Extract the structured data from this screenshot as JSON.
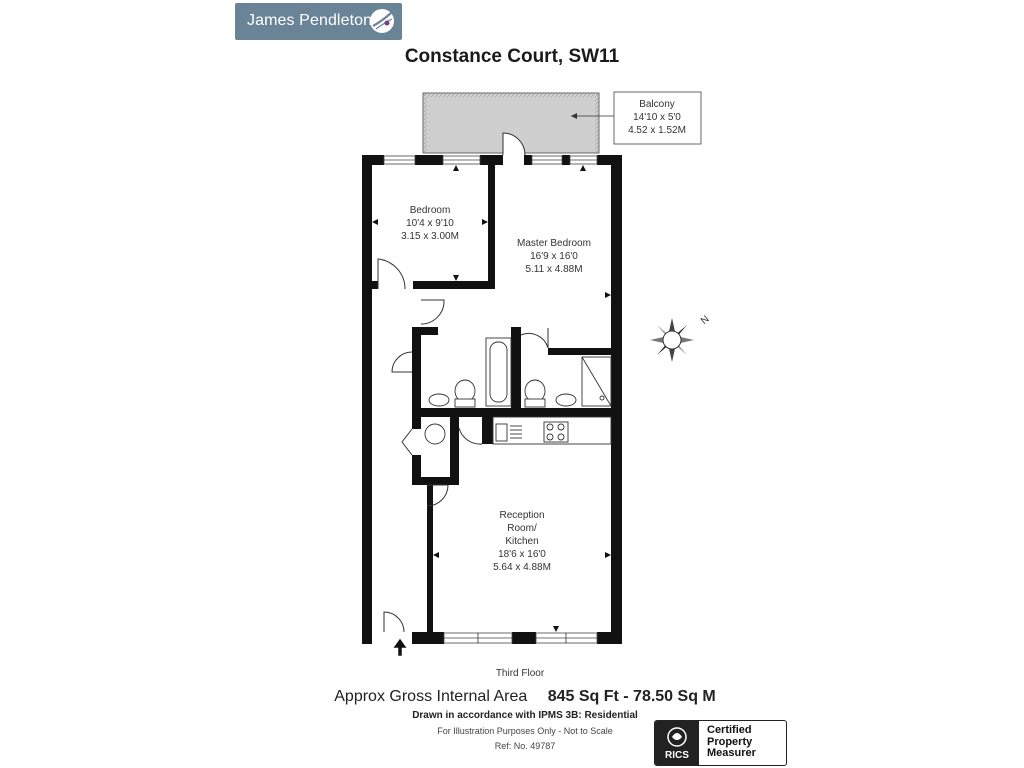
{
  "brand": {
    "name": "James Pendleton",
    "color": "#6a8497"
  },
  "title": "Constance Court, SW11",
  "rooms": {
    "balcony": {
      "name": "Balcony",
      "dim_imperial": "14'10 x 5'0",
      "dim_metric": "4.52 x 1.52M"
    },
    "bedroom": {
      "name": "Bedroom",
      "dim_imperial": "10'4 x 9'10",
      "dim_metric": "3.15 x 3.00M"
    },
    "master": {
      "name": "Master Bedroom",
      "dim_imperial": "16'9 x 16'0",
      "dim_metric": "5.11 x 4.88M"
    },
    "reception": {
      "name_line1": "Reception",
      "name_line2": "Room/",
      "name_line3": "Kitchen",
      "dim_imperial": "18'6 x 16'0",
      "dim_metric": "5.64 x 4.88M"
    }
  },
  "compass_label": "N",
  "floor_label": "Third Floor",
  "area": {
    "label": "Approx Gross Internal Area",
    "value": "845 Sq Ft - 78.50 Sq M"
  },
  "ipms_note": "Drawn in accordance with IPMS 3B: Residential",
  "disclaimer": "For Illustration Purposes Only - Not to Scale",
  "ref": "Ref: No. 49787",
  "certification": {
    "badge": "RICS",
    "line1": "Certified",
    "line2": "Property",
    "line3": "Measurer"
  },
  "colors": {
    "wall": "#111111",
    "balcony_fill": "#cfcfcf"
  }
}
